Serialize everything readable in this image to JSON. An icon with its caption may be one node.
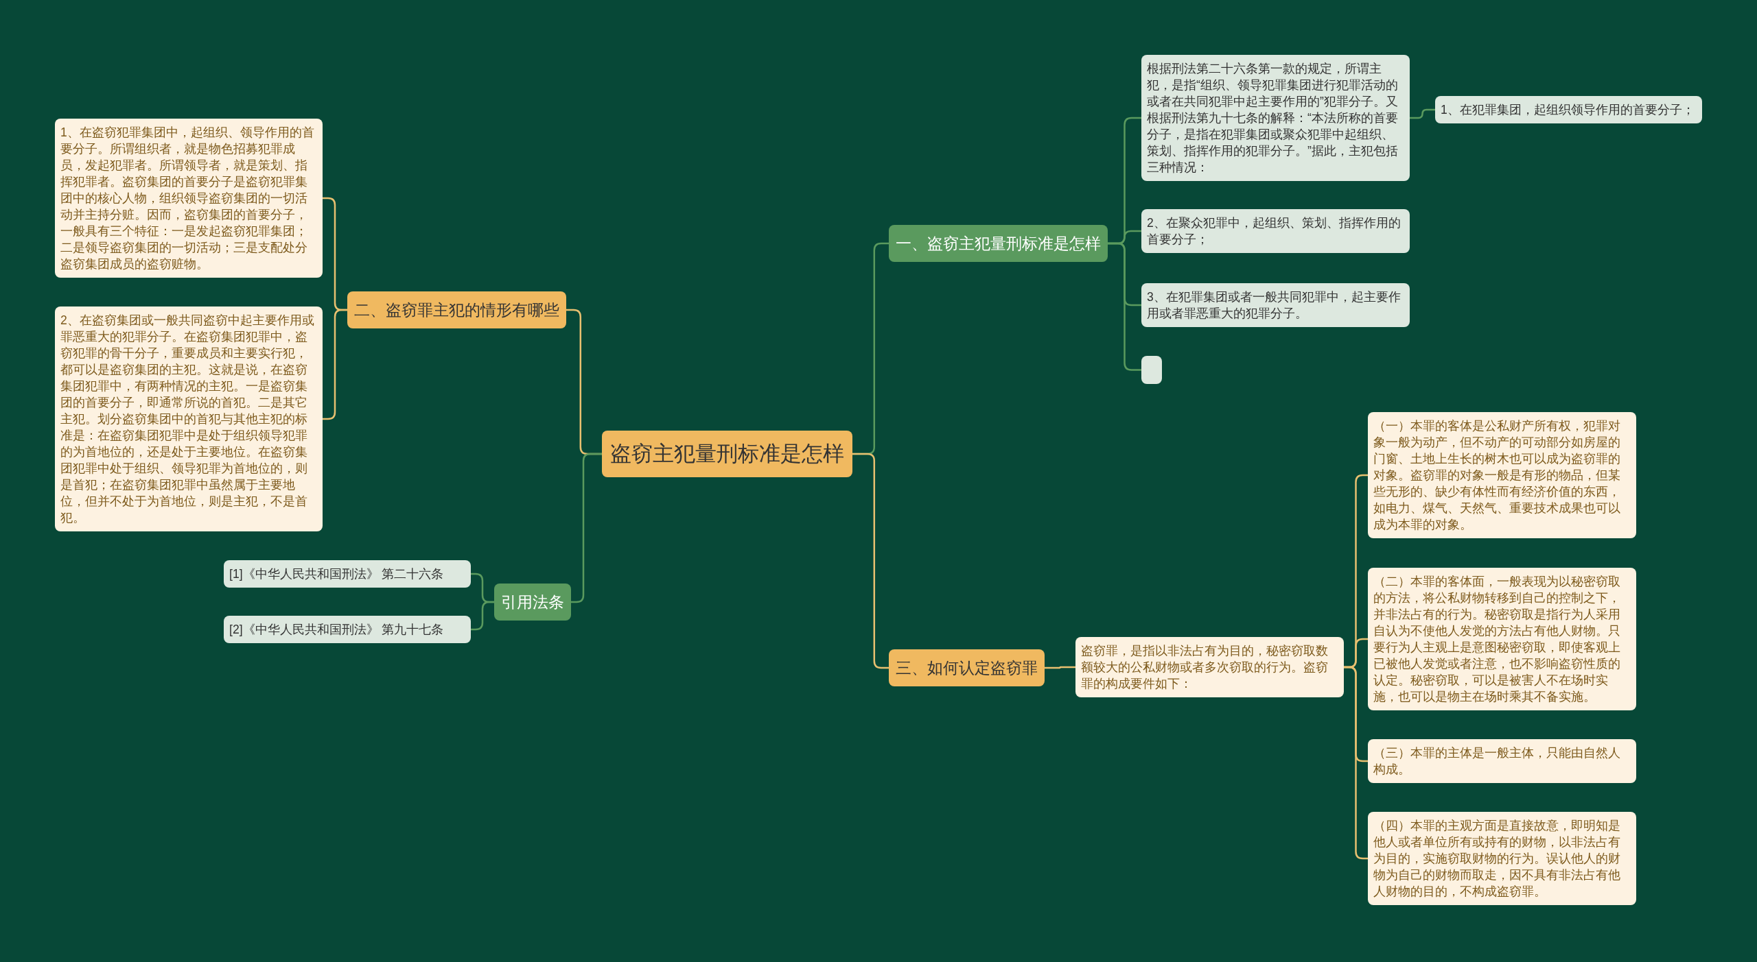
{
  "diagram": {
    "nodes": [
      {
        "text": [
          "盗窃主犯量刑标准是怎样"
        ]
      },
      {
        "text": [
          "一、盗窃主犯量刑标准是怎样"
        ]
      },
      {
        "text": [
          "根据刑法第二十六条第一款的规定，所谓主犯，是指“组织、领导犯罪集团进行犯罪活动的或者在共同犯罪中起主要作用的”犯罪分子。又根据刑法第九十七条的解释：“本法所称的首要分子，是指在犯罪集团或聚众犯罪中起组织、策划、指挥作用的犯罪分子。”据此，主犯包括三种情况："
        ]
      },
      {
        "text": [
          "1、在犯罪集团，起组织领导作用的首要分子；"
        ]
      },
      {
        "text": [
          "2、在聚众犯罪中，起组织、策划、指挥作用的首要分子；"
        ]
      },
      {
        "text": [
          "3、在犯罪集团或者一般共同犯罪中，起主要作用或者罪恶重大的犯罪分子。"
        ]
      },
      {
        "text": [],
        "shape": "box"
      },
      {
        "text": [
          "三、如何认定盗窃罪"
        ]
      },
      {
        "text": [
          "盗窃罪，是指以非法占有为目的，秘密窃取数额较大的公私财物或者多次窃取的行为。盗窃罪的构成要件如下："
        ]
      },
      {
        "text": [
          "（一）本罪的客体是公私财产所有权，犯罪对象一般为动产，但不动产的可动部分如房屋的门窗、土地上生长的树木也可以成为盗窃罪的对象。盗窃罪的对象一般是有形的物品，但某些无形的、缺少有体性而有经济价值的东西，如电力、煤气、天然气、重要技术成果也可以成为本罪的对象。"
        ]
      },
      {
        "text": [
          "（二）本罪的客体面，一般表现为以秘密窃取的方法，将公私财物转移到自己的控制之下，并非法占有的行为。秘密窃取是指行为人采用自认为不使他人发觉的方法占有他人财物。只要行为人主观上是意图秘密窃取，即使客观上已被他人发觉或者注意，也不影响盗窃性质的认定。秘密窃取，可以是被害人不在场时实施，也可以是物主在场时乘其不备实施。"
        ]
      },
      {
        "text": [
          "（三）本罪的主体是一般主体，只能由自然人构成。"
        ]
      },
      {
        "text": [
          "（四）本罪的主观方面是直接故意，即明知是他人或者单位所有或持有的财物，以非法占有为目的，实施窃取财物的行为。误认他人的财物为自己的财物而取走，因不具有非法占有他人财物的目的，不构成盗窃罪。"
        ]
      },
      {
        "text": [
          "二、盗窃罪主犯的情形有哪些"
        ]
      },
      {
        "text": [
          "1、在盗窃犯罪集团中，起组织、领导作用的首要分子。所谓组织者，就是物色招募犯罪成员，发起犯罪者。所谓领导者，就是策划、指挥犯罪者。盗窃集团的首要分子是盗窃犯罪集团中的核心人物，组织领导盗窃集团的一切活动并主持分赃。因而，盗窃集团的首要分子，一般具有三个特征：一是发起盗窃犯罪集团；二是领导盗窃集团的一切活动；三是支配处分盗窃集团成员的盗窃赃物。"
        ]
      },
      {
        "text": [
          "2、在盗窃集团或一般共同盗窃中起主要作用或罪恶重大的犯罪分子。在盗窃集团犯罪中，盗窃犯罪的骨干分子，重要成员和主要实行犯，都可以是盗窃集团的主犯。这就是说，在盗窃集团犯罪中，有两种情况的主犯。一是盗窃集团的首要分子，即通常所说的首犯。二是其它主犯。划分盗窃集团中的首犯与其他主犯的标准是：在盗窃集团犯罪中是处于组织领导犯罪的为首地位的，还是处于主要地位。在盗窃集团犯罪中处于组织、领导犯罪为首地位的，则是首犯；在盗窃集团犯罪中虽然属于主要地位，但并不处于为首地位，则是主犯，不是首犯。"
        ]
      },
      {
        "text": [
          "引用法条"
        ]
      },
      {
        "text": [
          "[1]《中华人民共和国刑法》 第二十六条"
        ]
      },
      {
        "text": [
          "[2]《中华人民共和国刑法》 第九十七条"
        ]
      }
    ],
    "edges": [
      {
        "from": 0,
        "to": 1,
        "arrow": "none",
        "color": "#5a9a5e"
      },
      {
        "from": 1,
        "to": 2,
        "arrow": "none",
        "color": "#5a9a5e"
      },
      {
        "from": 2,
        "to": 3,
        "arrow": "none",
        "color": "#5a9a5e"
      },
      {
        "from": 1,
        "to": 4,
        "arrow": "none",
        "color": "#5a9a5e"
      },
      {
        "from": 1,
        "to": 5,
        "arrow": "none",
        "color": "#5a9a5e"
      },
      {
        "from": 1,
        "to": 6,
        "arrow": "none",
        "color": "#5a9a5e"
      },
      {
        "from": 0,
        "to": 7,
        "arrow": "none",
        "color": "#e8c070"
      },
      {
        "from": 7,
        "to": 8,
        "arrow": "none",
        "color": "#e8c070"
      },
      {
        "from": 8,
        "to": 9,
        "arrow": "none",
        "color": "#e8c070"
      },
      {
        "from": 8,
        "to": 10,
        "arrow": "none",
        "color": "#e8c070"
      },
      {
        "from": 8,
        "to": 11,
        "arrow": "none",
        "color": "#e8c070"
      },
      {
        "from": 8,
        "to": 12,
        "arrow": "none",
        "color": "#e8c070"
      },
      {
        "from": 0,
        "to": 13,
        "arrow": "none",
        "color": "#e8c070"
      },
      {
        "from": 13,
        "to": 14,
        "arrow": "none",
        "color": "#e8c070"
      },
      {
        "from": 13,
        "to": 15,
        "arrow": "none",
        "color": "#e8c070"
      },
      {
        "from": 0,
        "to": 16,
        "arrow": "none",
        "color": "#5a9a5e"
      },
      {
        "from": 16,
        "to": 17,
        "arrow": "none",
        "color": "#5a9a5e"
      },
      {
        "from": 16,
        "to": 18,
        "arrow": "none",
        "color": "#5a9a5e"
      }
    ]
  }
}
